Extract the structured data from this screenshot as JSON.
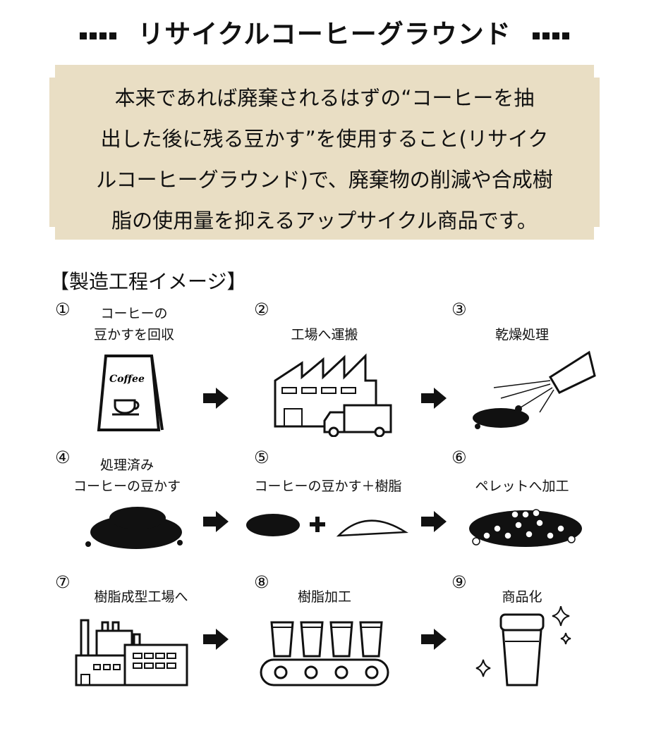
{
  "title": "リサイクルコーヒーグラウンド",
  "intro_lines": [
    "本来であれば廃棄されるはずの“コーヒーを抽",
    "出した後に残る豆かす”を使用すること(リサイク",
    "ルコーヒーグラウンド)で、廃棄物の削減や合成樹",
    "脂の使用量を抑えるアップサイクル商品です。"
  ],
  "section_title": "【製造工程イメージ】",
  "steps": [
    {
      "num": "①",
      "label": "コーヒーの\n豆かすを回収",
      "sign_text": "Coffee"
    },
    {
      "num": "②",
      "label": "工場へ運搬"
    },
    {
      "num": "③",
      "label": "乾燥処理"
    },
    {
      "num": "④",
      "label": "処理済み\nコーヒーの豆かす"
    },
    {
      "num": "⑤",
      "label": "コーヒーの豆かす＋樹脂"
    },
    {
      "num": "⑥",
      "label": "ペレットへ加工"
    },
    {
      "num": "⑦",
      "label": "樹脂成型工場へ"
    },
    {
      "num": "⑧",
      "label": "樹脂加工"
    },
    {
      "num": "⑨",
      "label": "商品化"
    }
  ],
  "colors": {
    "box_bg": "#e9dec4",
    "text": "#111111"
  }
}
